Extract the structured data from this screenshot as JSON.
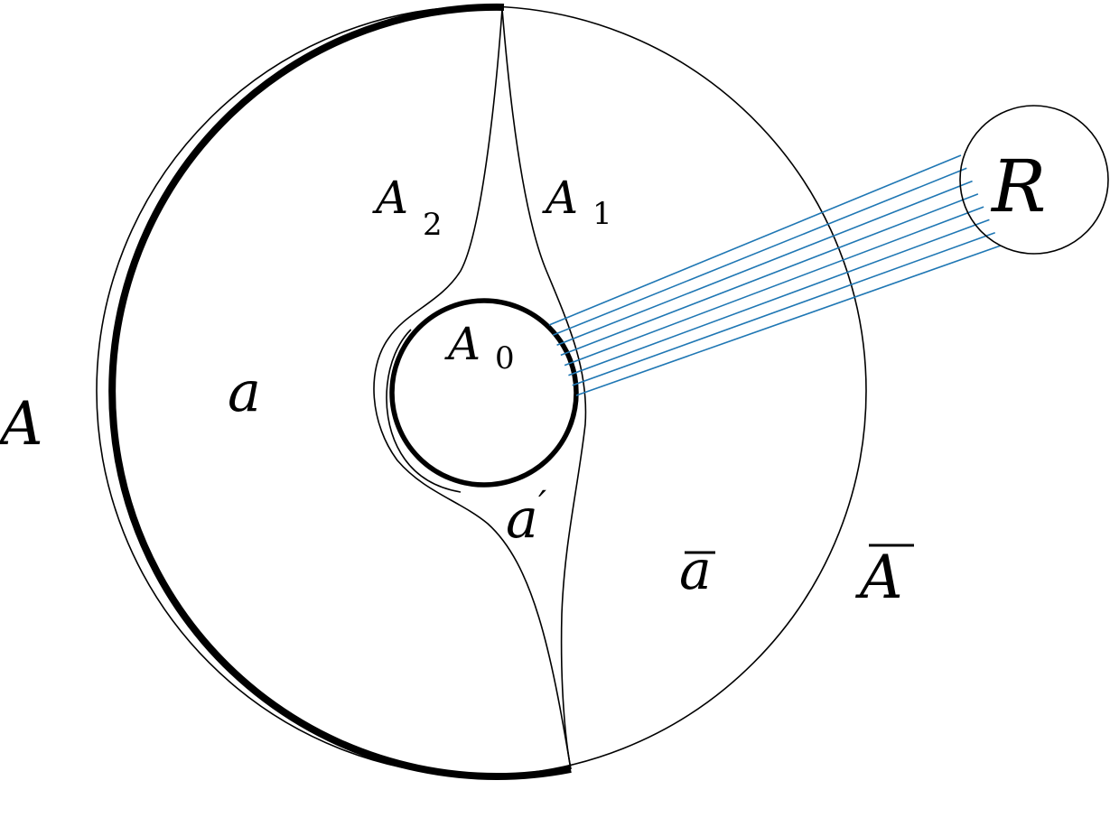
{
  "labels": {
    "A": "A",
    "A_bar": "A",
    "a": "a",
    "a_prime": "a",
    "prime": "′",
    "a_bar": "a",
    "R": "R",
    "A0_main": "A",
    "A0_sub": "0",
    "A1_main": "A",
    "A1_sub": "1",
    "A2_main": "A",
    "A2_sub": "2"
  },
  "colors": {
    "stroke": "#000000",
    "rays": "#1f77b4",
    "background": "#ffffff"
  },
  "ray_count": 8
}
